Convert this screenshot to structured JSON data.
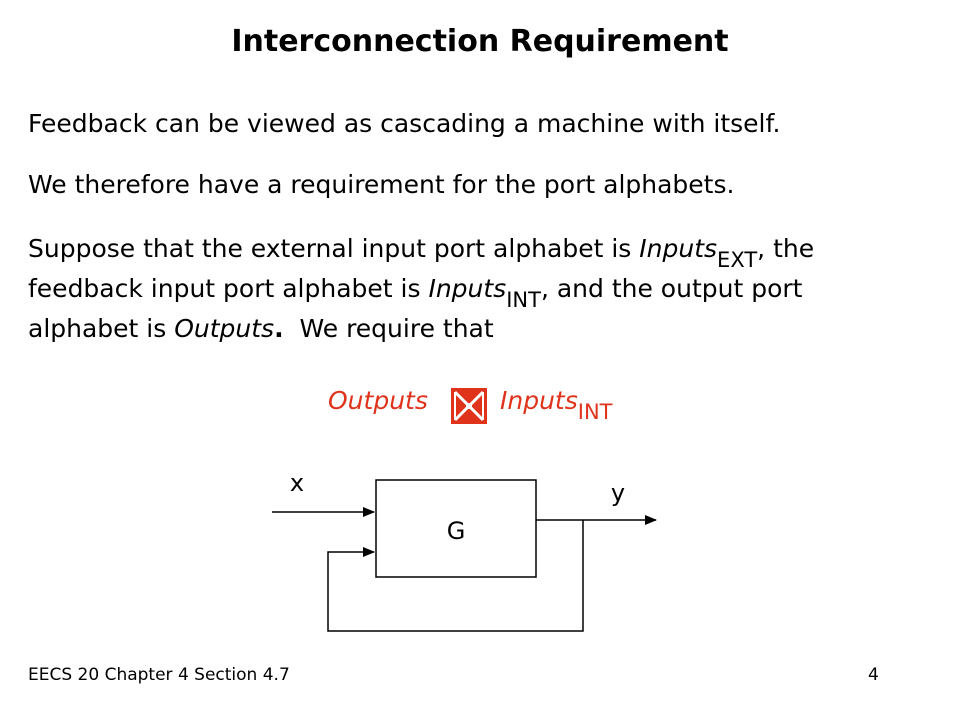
{
  "slide": {
    "title": "Interconnection Requirement",
    "paragraph1": "Feedback can be viewed as cascading a machine with itself.",
    "paragraph2": "We therefore have a requirement for the port alphabets.",
    "paragraph3": {
      "line1_a": "Suppose that the external input port alphabet is ",
      "line1_inputs": "Inputs",
      "line1_sub": "EXT",
      "line1_b": ", the",
      "line2_a": "feedback input port alphabet is ",
      "line2_inputs": "Inputs",
      "line2_sub": "INT",
      "line2_b": ", and the output port",
      "line3_a": "alphabet is ",
      "line3_outputs": "Outputs",
      "line3_dot": ".",
      "line3_b": "  We require that"
    },
    "requirement": {
      "left": "Outputs",
      "right": "Inputs",
      "right_sub": "INT",
      "symbol_icon": "subset-icon",
      "color": "#e0331c"
    },
    "diagram": {
      "block_label": "G",
      "input_label": "x",
      "output_label": "y"
    },
    "footer": {
      "course": "EECS 20 Chapter 4 Section 4.7",
      "page": "4"
    }
  }
}
